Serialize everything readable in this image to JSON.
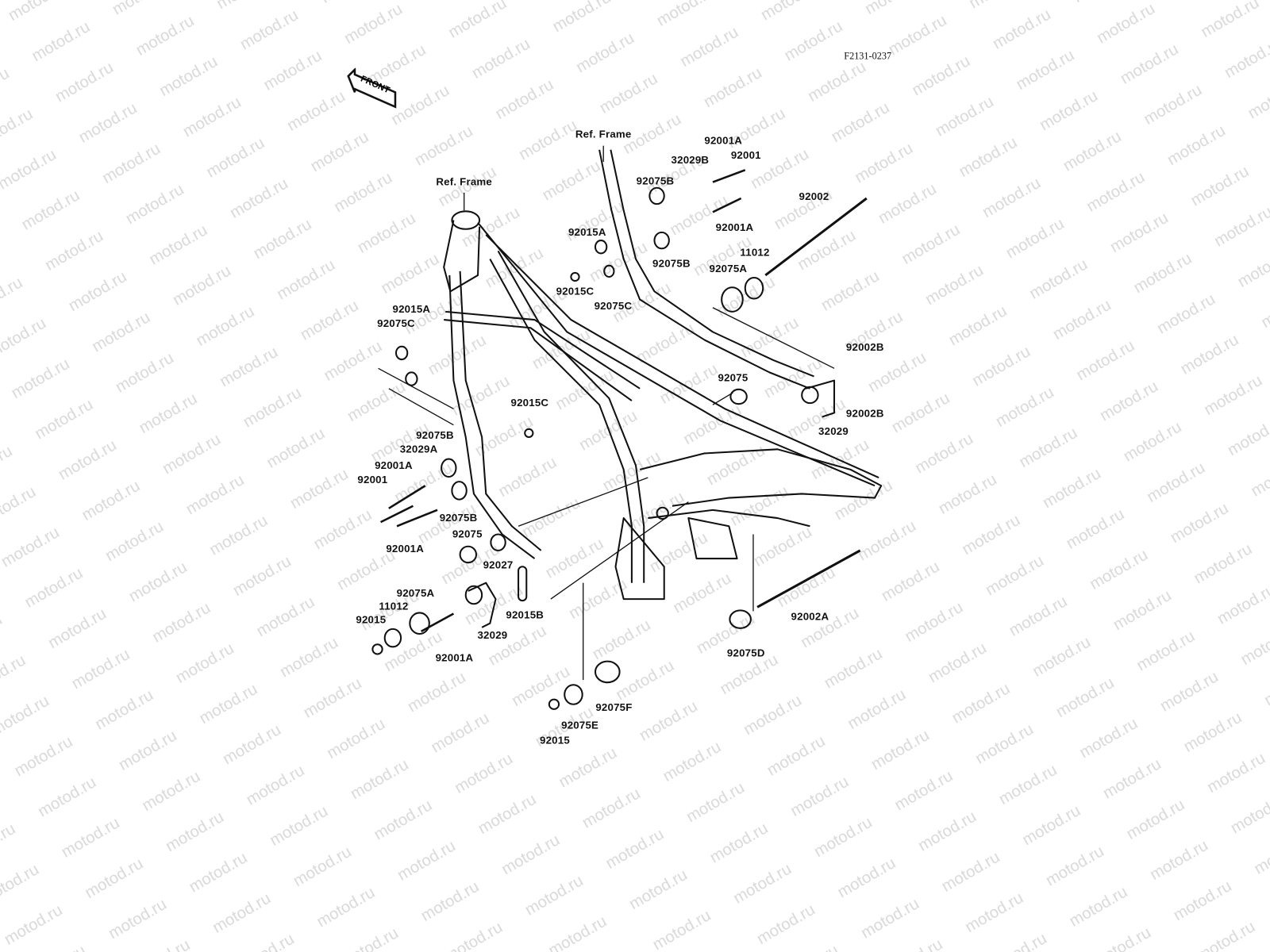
{
  "diagram": {
    "code": "F2131-0237",
    "front_label": "FRONT",
    "watermark": "motod.ru",
    "ref_frame_labels": [
      "Ref. Frame",
      "Ref. Frame"
    ],
    "labels": [
      "92001A",
      "92001",
      "32029B",
      "92075B",
      "92001A",
      "92002",
      "92015A",
      "92075B",
      "11012",
      "92075A",
      "92015C",
      "92075C",
      "92015A",
      "92075C",
      "92002B",
      "92075",
      "92015C",
      "92002B",
      "32029",
      "92075B",
      "32029A",
      "92001A",
      "92001",
      "92075B",
      "92075",
      "92001A",
      "92027",
      "92075A",
      "11012",
      "92015",
      "92015B",
      "32029",
      "92002A",
      "92001A",
      "92075D",
      "92075F",
      "92075E",
      "92015"
    ]
  }
}
